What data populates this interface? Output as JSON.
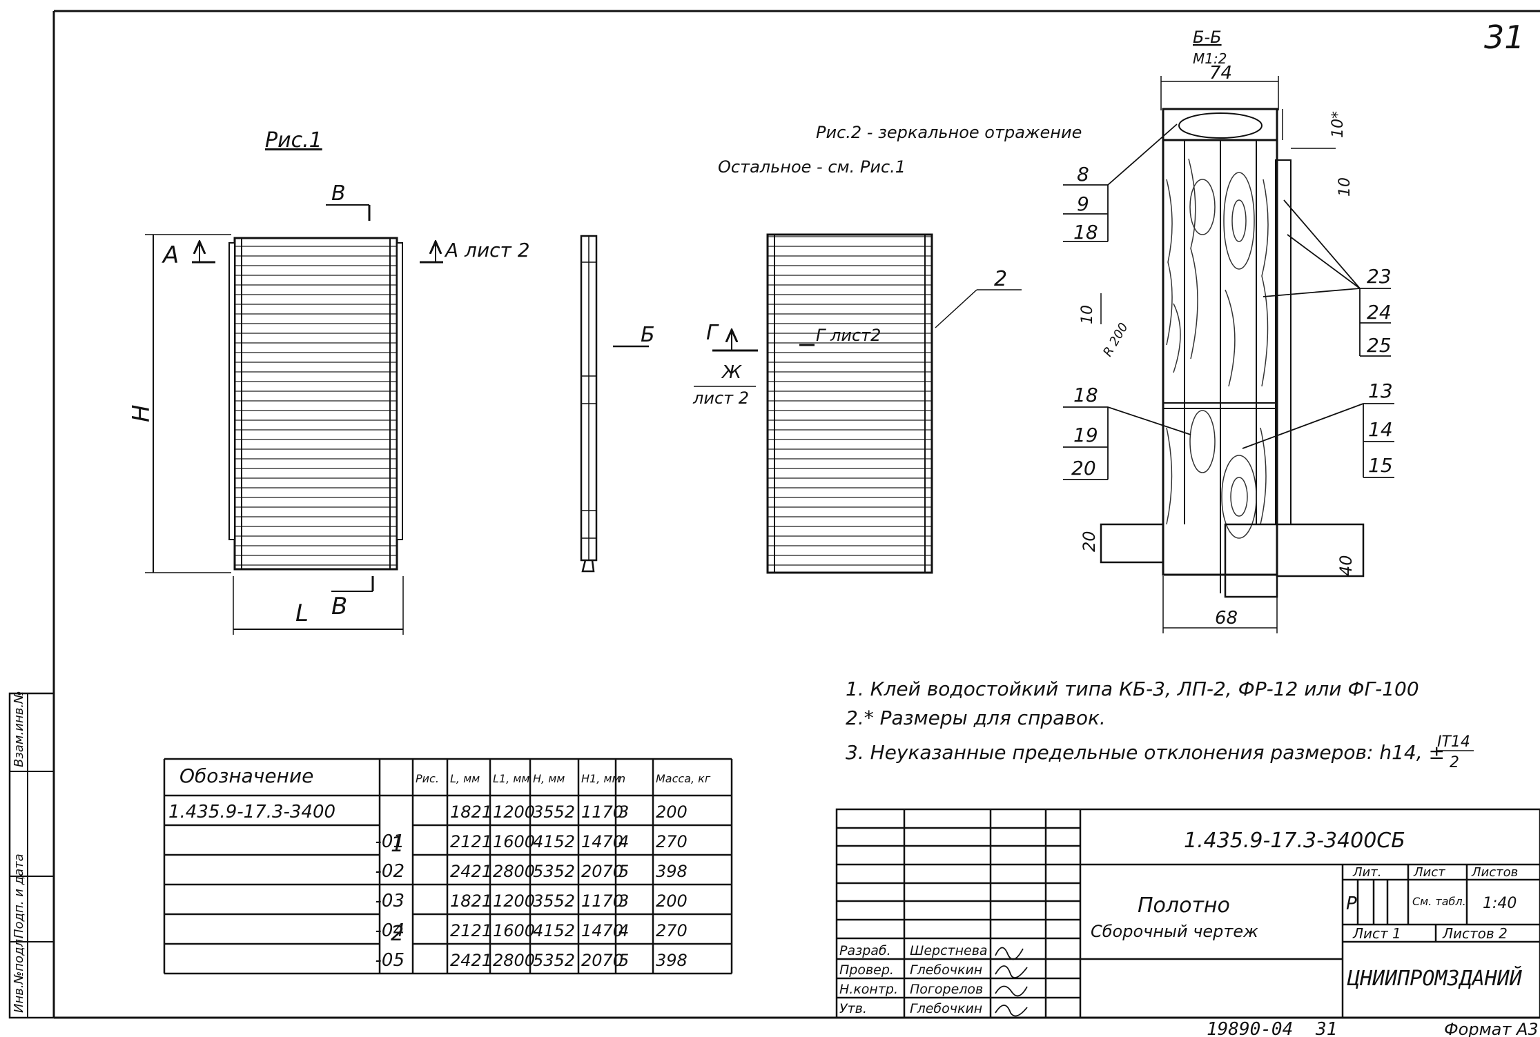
{
  "sheet": {
    "page_number": "31",
    "archive_number": "19890-04",
    "archive_sheet": "31",
    "format": "Формат А3"
  },
  "views": {
    "fig1_title": "Рис.1",
    "fig2_title": "Рис.2 - зеркальное отражение",
    "fig2_subtitle": "Остальное - см. Рис.1",
    "section_title": "Б-Б",
    "section_scale": "М1:2"
  },
  "fig1": {
    "label_A": "А",
    "label_A_sheet": "А лист 2",
    "label_B_top": "В",
    "label_B_bottom": "В",
    "label_H": "Н",
    "label_L": "L"
  },
  "side_view": {
    "label_B": "Б"
  },
  "fig2": {
    "label_G": "Г",
    "label_G_sheet": "Г лист2",
    "label_Zh": "Ж",
    "label_Zh_sheet": "лист 2",
    "leader_2": "2"
  },
  "section": {
    "dim_74": "74",
    "dim_10a": "10*",
    "dim_10b": "10",
    "dim_10c": "10",
    "dim_R200": "R 200",
    "dim_20": "20",
    "dim_40": "40",
    "dim_68": "68",
    "leaders_left_top": [
      "8",
      "9",
      "18"
    ],
    "leaders_left_bottom": [
      "18",
      "19",
      "20"
    ],
    "leaders_right_top": [
      "23",
      "24",
      "25"
    ],
    "leaders_right_bottom": [
      "13",
      "14",
      "15"
    ]
  },
  "notes": [
    "1. Клей водостойкий типа КБ-3, ЛП-2, ФР-12 или ФГ-100",
    "2.* Размеры для справок.",
    "3. Неуказанные предельные отклонения размеров: h14, ±"
  ],
  "note3_fraction": {
    "numerator": "IT14",
    "denominator": "2"
  },
  "spec_table": {
    "headers": [
      "Обозначение",
      "Рис.",
      "L, мм",
      "L1, мм",
      "Н, мм",
      "Н1, мм",
      "n",
      "Масса, кг"
    ],
    "rows": [
      [
        "1.435.9-17.3-3400",
        "",
        "1821",
        "1200",
        "3552",
        "1170",
        "3",
        "200"
      ],
      [
        "-01",
        "1",
        "2121",
        "1600",
        "4152",
        "1470",
        "4",
        "270"
      ],
      [
        "-02",
        "",
        "2421",
        "2800",
        "5352",
        "2070",
        "5",
        "398"
      ],
      [
        "-03",
        "",
        "1821",
        "1200",
        "3552",
        "1170",
        "3",
        "200"
      ],
      [
        "-04",
        "2",
        "2121",
        "1600",
        "4152",
        "1470",
        "4",
        "270"
      ],
      [
        "-05",
        "",
        "2421",
        "2800",
        "5352",
        "2070",
        "5",
        "398"
      ]
    ]
  },
  "title_block": {
    "doc_code": "1.435.9-17.3-3400СБ",
    "title": "Полотно",
    "subtitle": "Сборочный чертеж",
    "lit_header": "Лит.",
    "mass_header": "Лист",
    "sheets_header": "Листов",
    "lit_value": "Р",
    "mass_value": "См. табл.",
    "scale_value": "1:40",
    "sheet_label": "Лист 1",
    "sheets_label": "Листов 2",
    "organization": "ЦНИИПРОМЗДАНИЙ",
    "roles": [
      {
        "role": "Разраб.",
        "name": "Шерстнева"
      },
      {
        "role": "Провер.",
        "name": "Глебочкин"
      },
      {
        "role": "Н.контр.",
        "name": "Погорелов"
      },
      {
        "role": "Утв.",
        "name": "Глебочкин"
      }
    ]
  },
  "side_stamp": [
    "Инв.№подл.",
    "Подп. и дата",
    "Взам.инв.№"
  ]
}
